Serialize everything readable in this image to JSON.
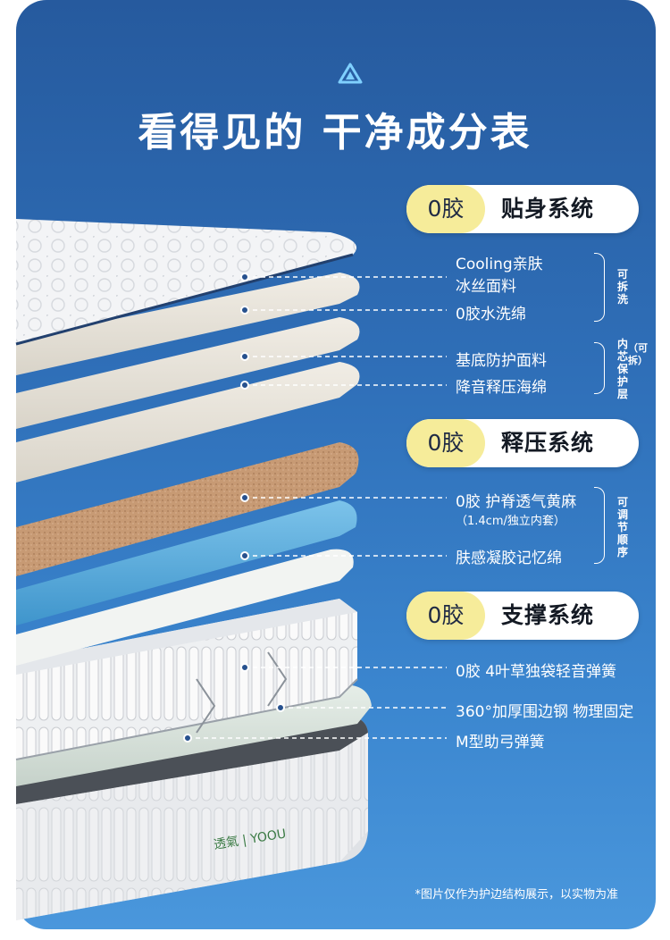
{
  "title": "看得见的 干净成分表",
  "systems": [
    {
      "tag": "0胶",
      "name": "贴身系统"
    },
    {
      "tag": "0胶",
      "name": "释压系统"
    },
    {
      "tag": "0胶",
      "name": "支撑系统"
    }
  ],
  "layers": [
    {
      "line1": "Cooling亲肤",
      "line2": "冰丝面料"
    },
    {
      "line1": "0胶水洗绵"
    },
    {
      "line1": "基底防护面料"
    },
    {
      "line1": "降音释压海绵"
    },
    {
      "line1": "0胶 护脊透气黄麻",
      "line2": "（1.4cm/独立内套）"
    },
    {
      "line1": "肤感凝胶记忆绵"
    },
    {
      "line1": "0胶 4叶草独袋轻音弹簧"
    },
    {
      "line1": "360°加厚围边钢 物理固定"
    },
    {
      "line1": "M型助弓弹簧"
    }
  ],
  "brackets": {
    "removable": "可拆洗",
    "inner": "内芯保护层",
    "inner_note": "（可拆）",
    "adjustable": "可调节顺序"
  },
  "brand": "透氣 | YOOU",
  "footnote": "*图片仅作为护边结构展示，以实物为准",
  "colors": {
    "background": "#2f6fb8",
    "tag": "#f6ec9a",
    "jute": "#c79a74",
    "gel": "#56a9d8"
  }
}
